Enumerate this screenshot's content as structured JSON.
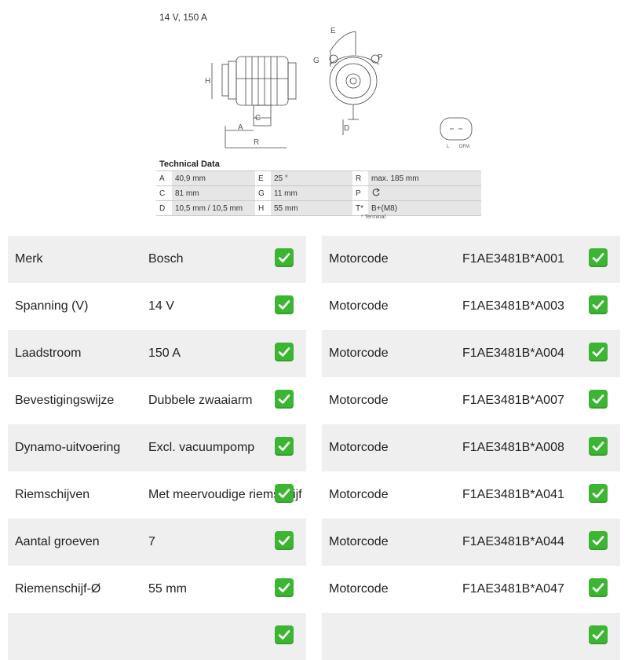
{
  "sheet": {
    "title": "14 V, 150 A",
    "tech_title": "Technical Data",
    "rows": [
      {
        "k1": "A",
        "v1": "40,9 mm",
        "k2": "E",
        "v2": "25 °",
        "k3": "R",
        "v3": "max. 185 mm"
      },
      {
        "k1": "C",
        "v1": "81 mm",
        "k2": "G",
        "v2": "11 mm",
        "k3": "P",
        "v3": ""
      },
      {
        "k1": "D",
        "v1": "10,5 mm / 10,5 mm",
        "k2": "H",
        "v2": "55 mm",
        "k3": "T*",
        "v3": "B+(M8)"
      }
    ],
    "footnote": "* Terminal",
    "drawing_labels": {
      "h": "H",
      "a": "A",
      "c": "C",
      "r": "R",
      "e": "E",
      "g": "G",
      "p": "P",
      "d": "D",
      "conn_l": "L",
      "conn_dfm": "DFM"
    }
  },
  "specs_left": [
    {
      "label": "Merk",
      "value": "Bosch"
    },
    {
      "label": "Spanning (V)",
      "value": "14 V"
    },
    {
      "label": "Laadstroom",
      "value": "150 A"
    },
    {
      "label": "Bevestigingswijze",
      "value": "Dubbele zwaaiarm"
    },
    {
      "label": "Dynamo-uitvoering",
      "value": "Excl. vacuumpomp"
    },
    {
      "label": "Riemschijven",
      "value": "Met meervoudige riemschijf"
    },
    {
      "label": "Aantal groeven",
      "value": "7"
    },
    {
      "label": "Riemenschijf-Ø",
      "value": "55 mm"
    },
    {
      "label": "",
      "value": ""
    }
  ],
  "specs_right": [
    {
      "label": "Motorcode",
      "value": "F1AE3481B*A001"
    },
    {
      "label": "Motorcode",
      "value": "F1AE3481B*A003"
    },
    {
      "label": "Motorcode",
      "value": "F1AE3481B*A004"
    },
    {
      "label": "Motorcode",
      "value": "F1AE3481B*A007"
    },
    {
      "label": "Motorcode",
      "value": "F1AE3481B*A008"
    },
    {
      "label": "Motorcode",
      "value": "F1AE3481B*A041"
    },
    {
      "label": "Motorcode",
      "value": "F1AE3481B*A044"
    },
    {
      "label": "Motorcode",
      "value": "F1AE3481B*A047"
    },
    {
      "label": "",
      "value": ""
    }
  ],
  "colors": {
    "check": "#3cb532",
    "row_shade": "#efefef",
    "table_shade": "#e6e6e6"
  },
  "icons": {
    "check": "check-mark-icon"
  }
}
